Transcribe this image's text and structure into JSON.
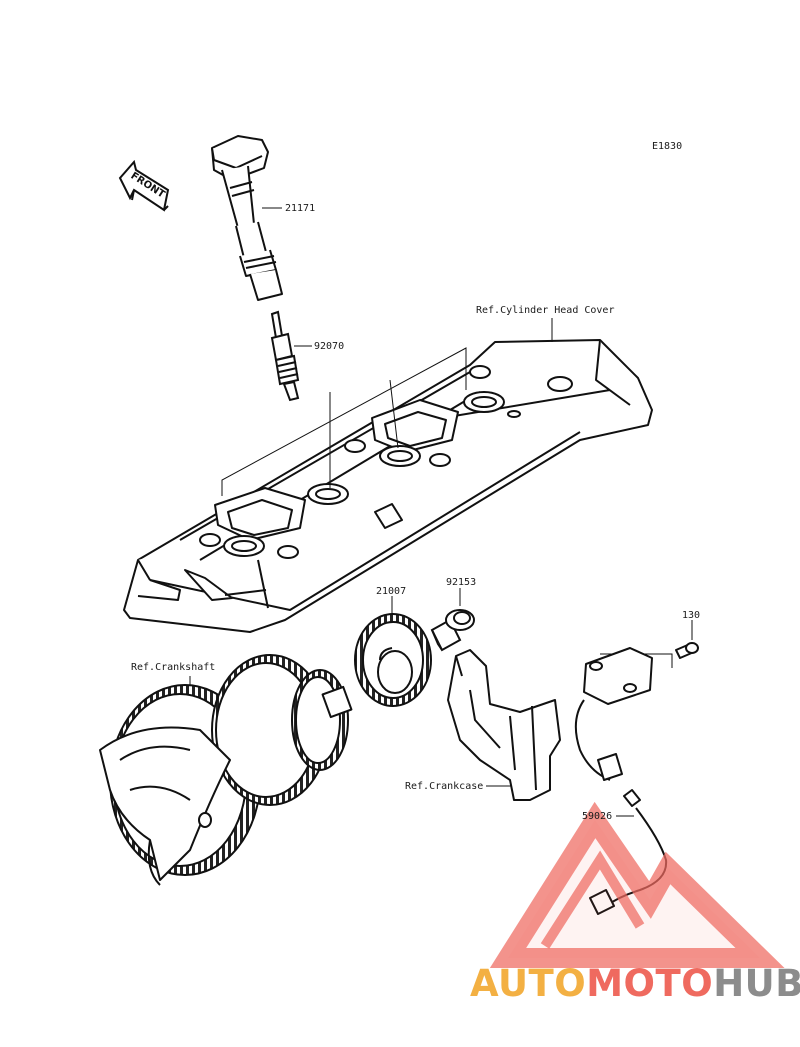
{
  "diagram": {
    "code": "E1830",
    "front_label": "FRONT",
    "parts": [
      {
        "number": "21171"
      },
      {
        "number": "92070"
      },
      {
        "number": "21007"
      },
      {
        "number": "92153"
      },
      {
        "number": "130"
      },
      {
        "number": "59026"
      }
    ],
    "references": {
      "cylinder_head_cover": "Ref.Cylinder Head Cover",
      "crankshaft": "Ref.Crankshaft",
      "crankcase": "Ref.Crankcase"
    }
  },
  "watermark": {
    "part1": "AUTO",
    "part2": "MOTO",
    "part3": "HUB",
    "colors": {
      "auto": "#f3b043",
      "moto": "#ef6a5f",
      "hub": "#8c8c8c",
      "triangle": "#ef6a5f"
    }
  }
}
